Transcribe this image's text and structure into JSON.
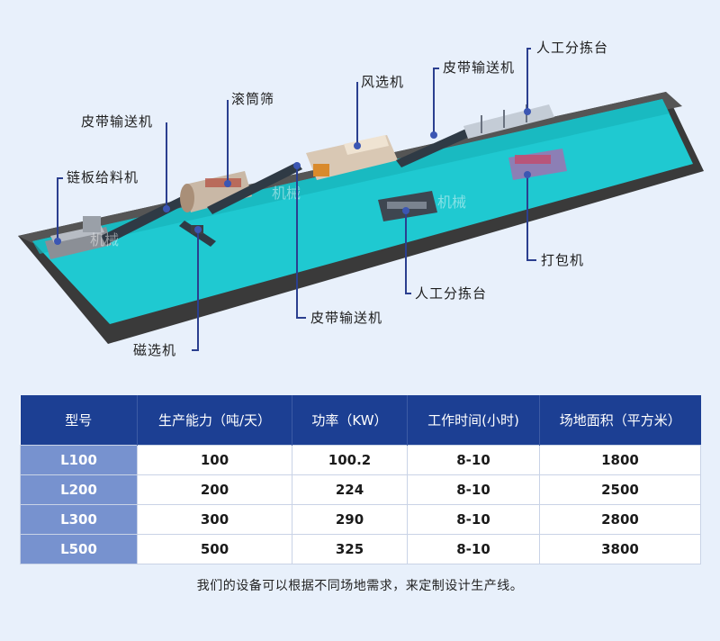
{
  "colors": {
    "page_bg": "#e8f0fb",
    "platform_water": "#1fc9d1",
    "platform_wall": "#3a3a3a",
    "header_bg": "#1c3f93",
    "model_cell_bg": "#7792cf",
    "leader_line": "#2b3f8f",
    "dot": "#3b56b3"
  },
  "labels": {
    "chain_feeder": "链板给料机",
    "belt_conveyor_1": "皮带输送机",
    "drum_screen": "滚筒筛",
    "air_separator": "风选机",
    "belt_conveyor_2": "皮带输送机",
    "manual_sorting_1": "人工分拣台",
    "baler": "打包机",
    "manual_sorting_2": "人工分拣台",
    "belt_conveyor_3": "皮带输送机",
    "magnetic_separator": "磁选机"
  },
  "watermark": "机械",
  "table": {
    "headers": [
      "型号",
      "生产能力（吨/天）",
      "功率（KW）",
      "工作时间(小时)",
      "场地面积（平方米）"
    ],
    "rows": [
      [
        "L100",
        "100",
        "100.2",
        "8-10",
        "1800"
      ],
      [
        "L200",
        "200",
        "224",
        "8-10",
        "2500"
      ],
      [
        "L300",
        "300",
        "290",
        "8-10",
        "2800"
      ],
      [
        "L500",
        "500",
        "325",
        "8-10",
        "3800"
      ]
    ]
  },
  "note": "我们的设备可以根据不同场地需求，来定制设计生产线。"
}
